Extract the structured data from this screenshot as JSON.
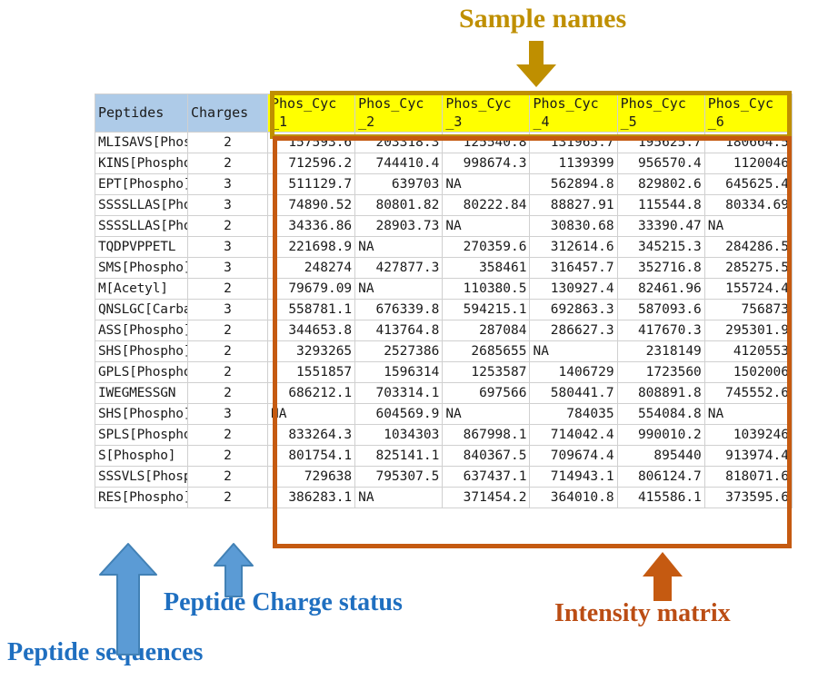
{
  "annotations": {
    "sample_names": {
      "label": "Sample names",
      "color": "#bf8f00",
      "arrow": "down-arrow-icon"
    },
    "peptide_sequences": {
      "label": "Peptide sequences",
      "color": "#1f6fc0",
      "arrow": "up-arrow-icon"
    },
    "peptide_charge_status": {
      "label": "Peptide Charge status",
      "color": "#1f6fc0",
      "arrow": "up-arrow-icon"
    },
    "intensity_matrix": {
      "label": "Intensity matrix",
      "color": "#c55a11",
      "arrow": "up-arrow-icon"
    }
  },
  "table": {
    "headers": {
      "peptides": "Peptides",
      "charges": "Charges",
      "samples": [
        {
          "line1": "Phos_Cyc",
          "line2": "_1"
        },
        {
          "line1": "Phos_Cyc",
          "line2": "_2"
        },
        {
          "line1": "Phos_Cyc",
          "line2": "_3"
        },
        {
          "line1": "Phos_Cyc",
          "line2": "_4"
        },
        {
          "line1": "Phos_Cyc",
          "line2": "_5"
        },
        {
          "line1": "Phos_Cyc",
          "line2": "_6"
        }
      ]
    },
    "header_fill_peptides": "#aecbe8",
    "header_fill_samples": "#ffff00",
    "rows": [
      {
        "peptide": "MLISAVS[Phospho]",
        "charge": "2",
        "values": [
          "157593.6",
          "203318.3",
          "125540.8",
          "131965.7",
          "195625.7",
          "180664.5"
        ]
      },
      {
        "peptide": "KINS[Phospho]",
        "charge": "2",
        "values": [
          "712596.2",
          "744410.4",
          "998674.3",
          "1139399",
          "956570.4",
          "1120046"
        ]
      },
      {
        "peptide": "EPT[Phospho]",
        "charge": "3",
        "values": [
          "511129.7",
          "639703",
          "NA",
          "562894.8",
          "829802.6",
          "645625.4"
        ]
      },
      {
        "peptide": "SSSSLLAS[Phospho]",
        "charge": "3",
        "values": [
          "74890.52",
          "80801.82",
          "80222.84",
          "88827.91",
          "115544.8",
          "80334.69"
        ]
      },
      {
        "peptide": "SSSSLLAS[Phospho]",
        "charge": "2",
        "values": [
          "34336.86",
          "28903.73",
          "NA",
          "30830.68",
          "33390.47",
          "NA"
        ]
      },
      {
        "peptide": "TQDPVPPETL",
        "charge": "3",
        "values": [
          "221698.9",
          "NA",
          "270359.6",
          "312614.6",
          "345215.3",
          "284286.5"
        ]
      },
      {
        "peptide": "SMS[Phospho]",
        "charge": "3",
        "values": [
          "248274",
          "427877.3",
          "358461",
          "316457.7",
          "352716.8",
          "285275.5"
        ]
      },
      {
        "peptide": "M[Acetyl]",
        "charge": "2",
        "values": [
          "79679.09",
          "NA",
          "110380.5",
          "130927.4",
          "82461.96",
          "155724.4"
        ]
      },
      {
        "peptide": "QNSLGC[Carbamidomethyl]",
        "charge": "3",
        "values": [
          "558781.1",
          "676339.8",
          "594215.1",
          "692863.3",
          "587093.6",
          "756873"
        ]
      },
      {
        "peptide": "ASS[Phospho]",
        "charge": "2",
        "values": [
          "344653.8",
          "413764.8",
          "287084",
          "286627.3",
          "417670.3",
          "295301.9"
        ]
      },
      {
        "peptide": "SHS[Phospho]",
        "charge": "2",
        "values": [
          "3293265",
          "2527386",
          "2685655",
          "NA",
          "2318149",
          "4120553"
        ]
      },
      {
        "peptide": "GPLS[Phospho]",
        "charge": "2",
        "values": [
          "1551857",
          "1596314",
          "1253587",
          "1406729",
          "1723560",
          "1502006"
        ]
      },
      {
        "peptide": "IWEGMESSGN",
        "charge": "2",
        "values": [
          "686212.1",
          "703314.1",
          "697566",
          "580441.7",
          "808891.8",
          "745552.6"
        ]
      },
      {
        "peptide": "SHS[Phospho]",
        "charge": "3",
        "values": [
          "NA",
          "604569.9",
          "NA",
          "784035",
          "554084.8",
          "NA"
        ]
      },
      {
        "peptide": "SPLS[Phospho]",
        "charge": "2",
        "values": [
          "833264.3",
          "1034303",
          "867998.1",
          "714042.4",
          "990010.2",
          "1039246"
        ]
      },
      {
        "peptide": "S[Phospho]",
        "charge": "2",
        "values": [
          "801754.1",
          "825141.1",
          "840367.5",
          "709674.4",
          "895440",
          "913974.4"
        ]
      },
      {
        "peptide": "SSSVLS[Phospho]",
        "charge": "2",
        "values": [
          "729638",
          "795307.5",
          "637437.1",
          "714943.1",
          "806124.7",
          "818071.6"
        ]
      },
      {
        "peptide": "RES[Phospho]",
        "charge": "2",
        "values": [
          "386283.1",
          "NA",
          "371454.2",
          "364010.8",
          "415586.1",
          "373595.6"
        ]
      }
    ]
  }
}
